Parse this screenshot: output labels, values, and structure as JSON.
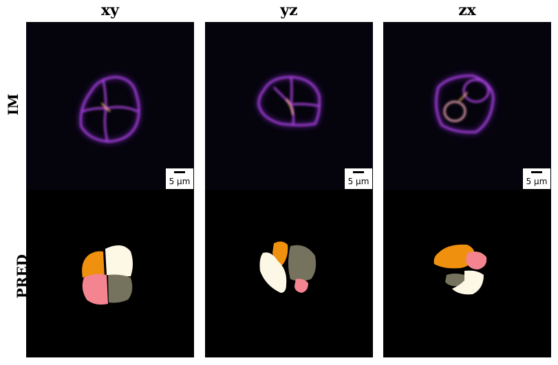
{
  "columns": [
    "xy",
    "yz",
    "zx"
  ],
  "rows": [
    "IM",
    "PRED"
  ],
  "scalebar_label": "5 µm",
  "colors": {
    "orange": "#f0900f",
    "cream": "#fdf8e6",
    "pink": "#f4848f",
    "gray": "#75725e",
    "membrane": "#9b3fd6",
    "membrane_bright": "#ffd27a"
  }
}
